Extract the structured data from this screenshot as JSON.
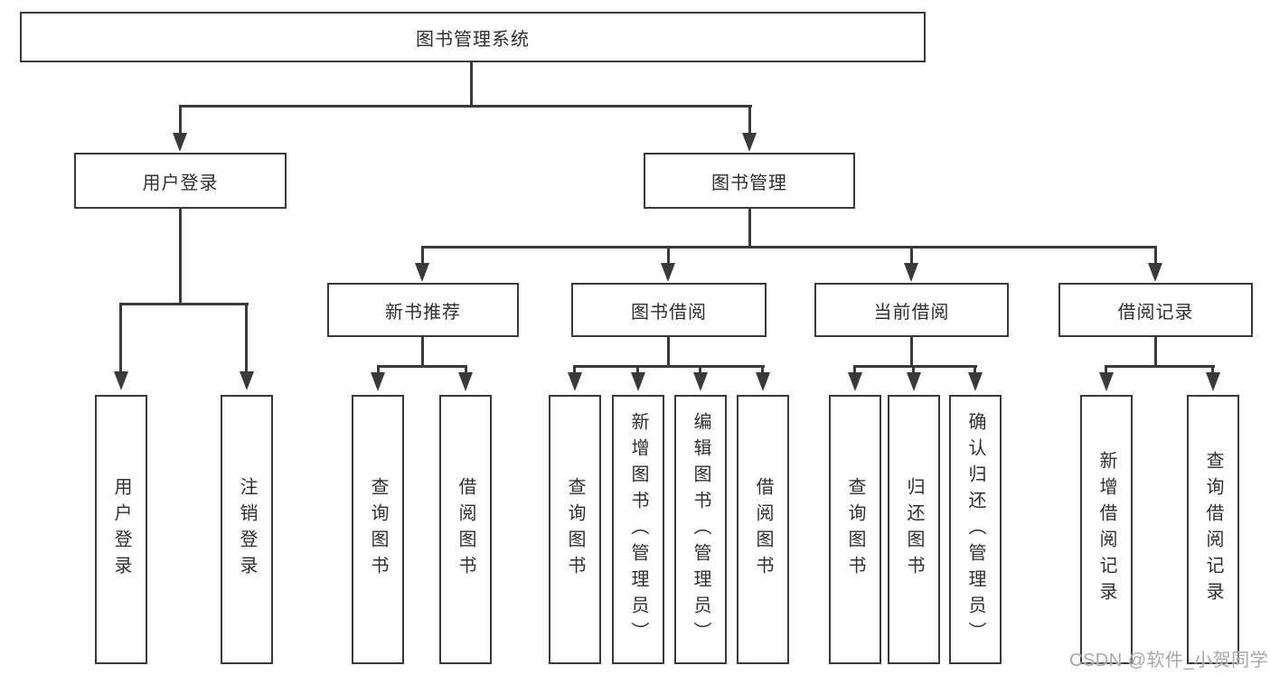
{
  "diagram": {
    "type": "hierarchy-tree",
    "root": {
      "label": "图书管理系统"
    },
    "level2": [
      {
        "label": "用户登录",
        "children": [
          "用户登录",
          "注销登录"
        ]
      },
      {
        "label": "图书管理"
      }
    ],
    "level3": [
      {
        "label": "新书推荐",
        "children": [
          "查询图书",
          "借阅图书"
        ]
      },
      {
        "label": "图书借阅",
        "children": [
          "查询图书",
          "新增图书（管理员）",
          "编辑图书（管理员）",
          "借阅图书"
        ]
      },
      {
        "label": "当前借阅",
        "children": [
          "查询图书",
          "归还图书",
          "确认归还（管理员）"
        ]
      },
      {
        "label": "借阅记录",
        "children": [
          "新增借阅记录",
          "查询借阅记录"
        ]
      }
    ]
  },
  "watermark": "CSDN @软件_小贺同学",
  "colors": {
    "line": "#3a3a3a",
    "box_border": "#3a3a3a",
    "box_fill": "#ffffff",
    "text": "#2f2f2f",
    "watermark": "#a8a8a8",
    "background": "#ffffff"
  }
}
